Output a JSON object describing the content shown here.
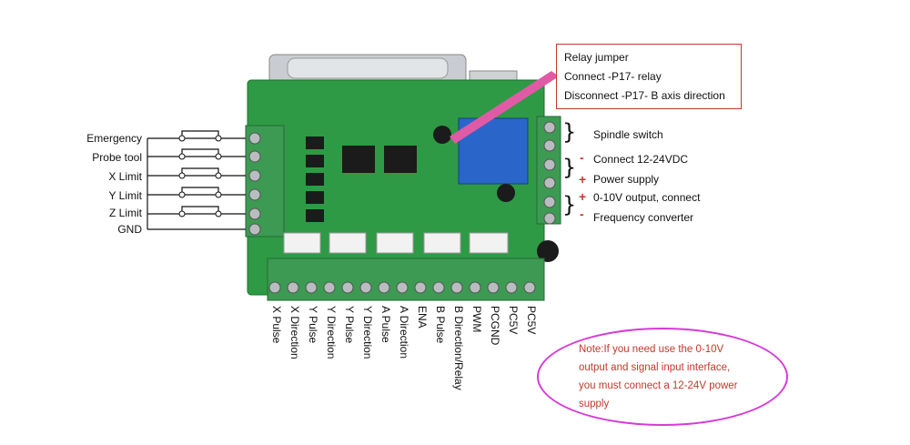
{
  "left_labels": {
    "emergency": "Emergency",
    "probe_tool": "Probe tool",
    "x_limit": "X Limit",
    "y_limit": "Y Limit",
    "z_limit": "Z Limit",
    "gnd": "GND"
  },
  "bottom_labels": [
    "X Pulse",
    "X Direction",
    "Y Pulse",
    "Y Direction",
    "Y Pulse",
    "Y Direction",
    "A Pulse",
    "A Direction",
    "ENA",
    "B Pulse",
    "B Direction/Relay",
    "PWM",
    "PCGND",
    "PC5V",
    "PC5V"
  ],
  "relay_callout": {
    "line1": "Relay jumper",
    "line2": "Connect -P17- relay",
    "line3": "Disconnect -P17- B axis direction"
  },
  "right_labels": {
    "spindle_switch": "Spindle switch",
    "connect_vdc": "Connect 12-24VDC",
    "power_supply": "Power supply",
    "output_0_10v": "0-10V output, connect",
    "frequency_converter": "Frequency converter",
    "minus_sign": "-",
    "plus_sign": "+"
  },
  "note": {
    "line1": "Note:If you need use the 0-10V",
    "line2": "output and signal input interface,",
    "line3": "you must connect a 12-24V power",
    "line4": "supply"
  },
  "colors": {
    "board": "#2f9a45",
    "terminal": "#3c9a52",
    "callout_border": "#c0392b",
    "note_border": "#d63ad6",
    "note_text": "#c0392b",
    "relay": "#2a66c9"
  }
}
